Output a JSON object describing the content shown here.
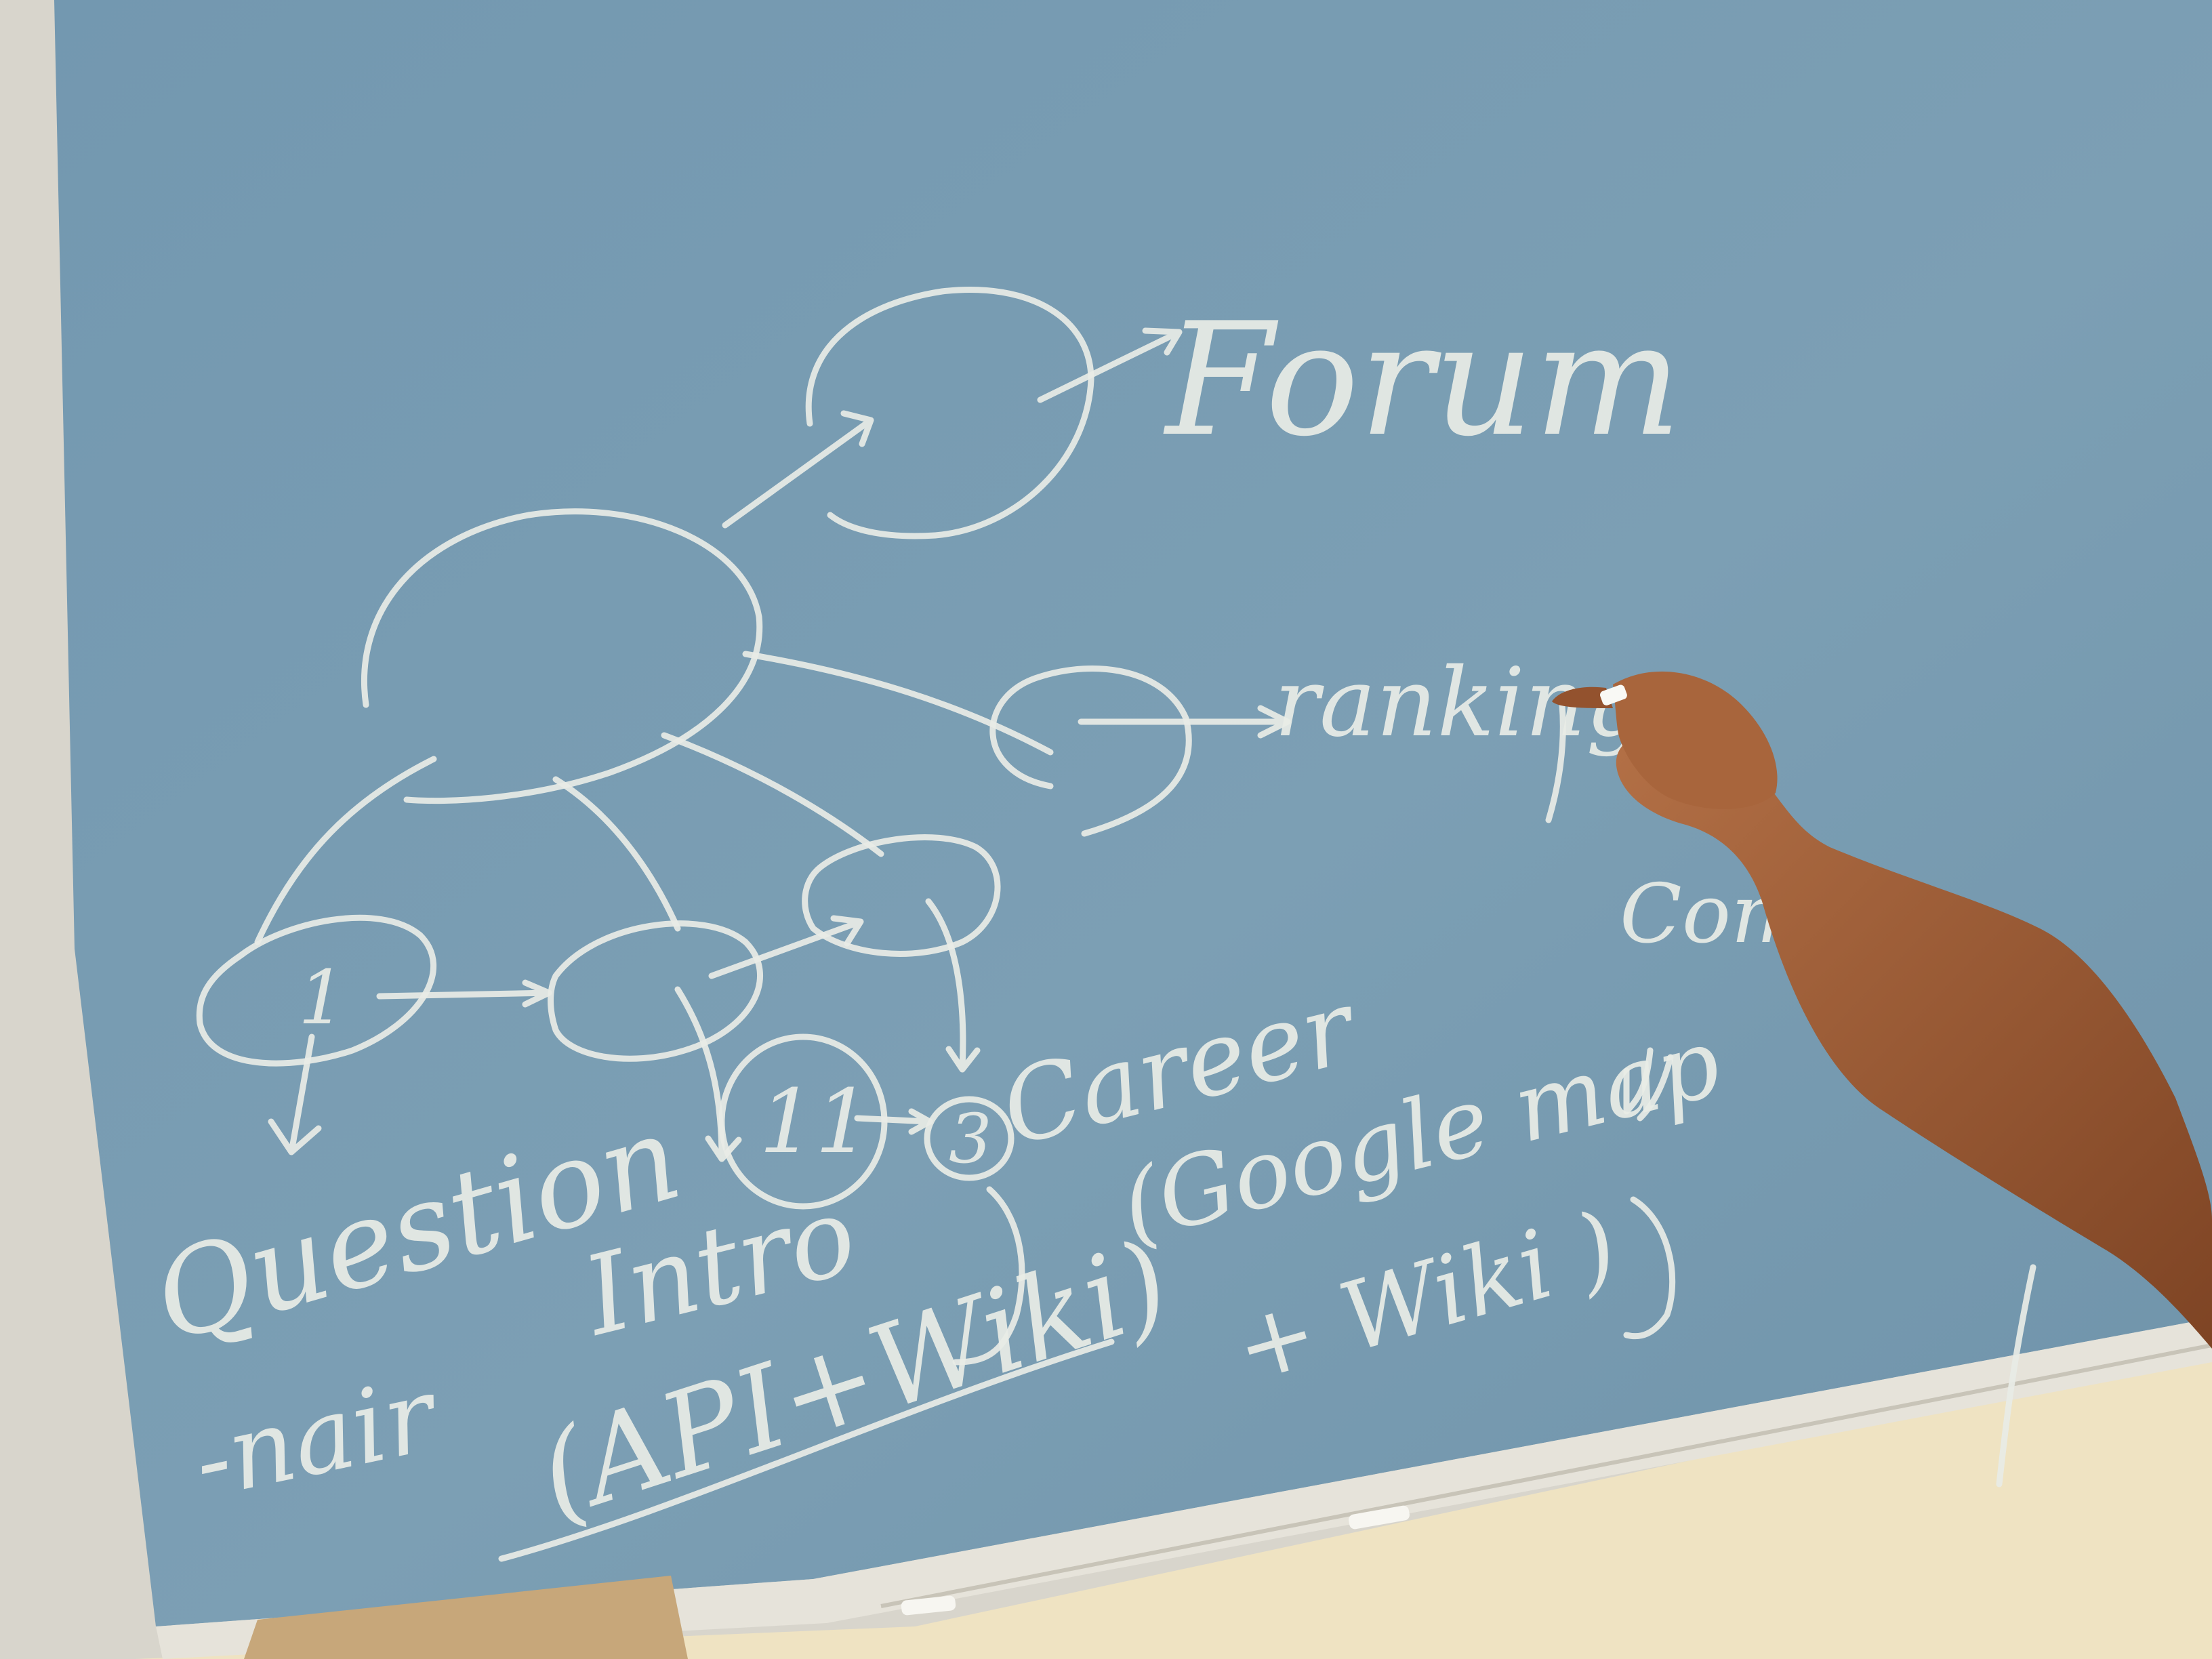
{
  "colors": {
    "wall": "#efe3c2",
    "board": "#7c9eb3",
    "frame": "#d9d6cc",
    "chalk": "#e8ece6",
    "skin": "#9a5a34"
  },
  "board": {
    "words": {
      "forum": "Forum",
      "ranking": "ranking",
      "company_partial": "Compa",
      "career": "Career",
      "google_map": "(Google map",
      "wiki_plus": "+ Wiki )",
      "question": "Question",
      "nair": "-nair",
      "intro": "Intro",
      "api_wiki": "(API+Wiki)"
    },
    "node_numbers": {
      "one": "1",
      "eleven": "11",
      "three": "3"
    }
  }
}
